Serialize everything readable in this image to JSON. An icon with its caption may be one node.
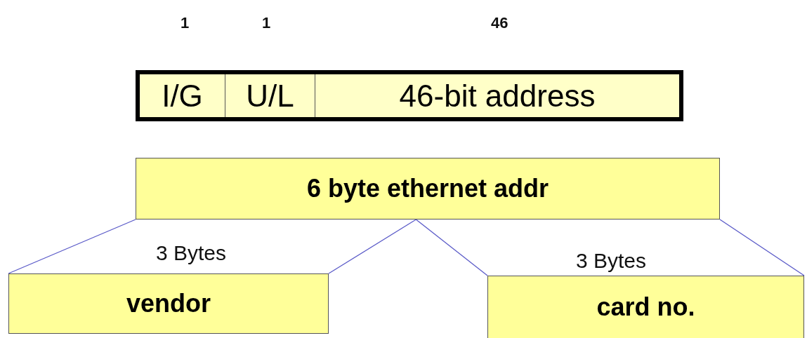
{
  "diagram": {
    "nodes": [
      {
        "text": [],
        "shape": "box"
      },
      {
        "text": [
          "I/G"
        ],
        "in": 0,
        "beside": [
          "1"
        ]
      },
      {
        "text": [
          "U/L"
        ],
        "in": 0,
        "beside": [
          "1"
        ]
      },
      {
        "text": [
          "46-bit address"
        ],
        "in": 0,
        "beside": [
          "46"
        ]
      },
      {
        "text": [
          "6 byte ethernet addr"
        ]
      },
      {
        "text": [
          "vendor"
        ],
        "beside": [
          "3 Bytes"
        ]
      },
      {
        "text": [
          "card no."
        ],
        "beside": [
          "3 Bytes"
        ]
      }
    ],
    "edges": [
      {
        "from": 4,
        "to": 5,
        "arrow": "none"
      },
      {
        "from": 4,
        "to": 5,
        "arrow": "none"
      },
      {
        "from": 4,
        "to": 6,
        "arrow": "none"
      },
      {
        "from": 4,
        "to": 6,
        "arrow": "none"
      }
    ]
  }
}
